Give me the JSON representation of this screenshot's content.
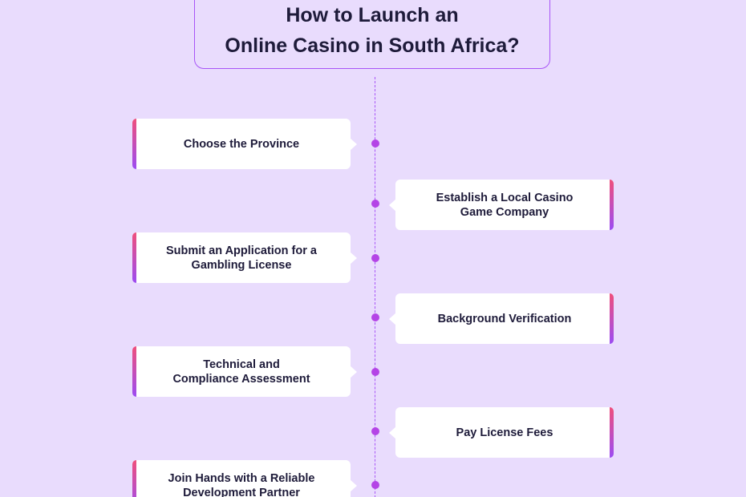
{
  "title": {
    "line1": "How to Launch an",
    "line2": "Online Casino in South Africa?"
  },
  "steps": [
    {
      "label": "Choose the Province",
      "side": "left"
    },
    {
      "label": "Establish a Local Casino Game Company",
      "side": "right"
    },
    {
      "label": "Submit an Application for a Gambling License",
      "side": "left"
    },
    {
      "label": "Background Verification",
      "side": "right"
    },
    {
      "label": "Technical and Compliance Assessment",
      "side": "left"
    },
    {
      "label": "Pay License Fees",
      "side": "right"
    },
    {
      "label": "Join Hands with a Reliable Development Partner",
      "side": "left"
    }
  ],
  "colors": {
    "background": "#e9dcfd",
    "accent_top": "#ef4f7c",
    "accent_bottom": "#9c4cf2",
    "timeline": "#a855f7",
    "dot": "#b444e6",
    "text": "#1e1b3a"
  }
}
